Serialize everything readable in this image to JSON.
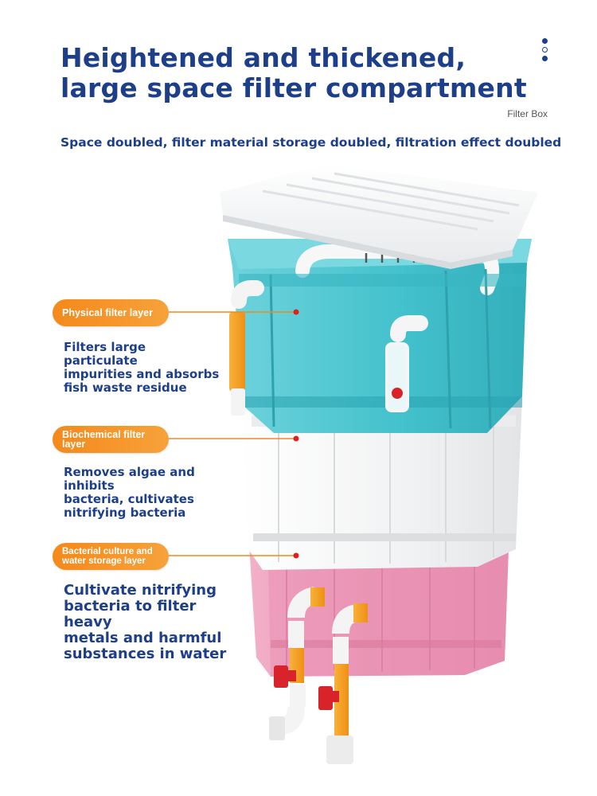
{
  "header": {
    "title_line1": "Heightened and thickened,",
    "title_line2": "large space filter compartment",
    "brand_tag": "Filter Box",
    "subtitle": "Space doubled, filter material storage doubled, filtration effect doubled"
  },
  "layers": [
    {
      "label": "Physical filter layer",
      "description": [
        "Filters large particulate",
        "impurities and absorbs",
        "fish waste residue"
      ]
    },
    {
      "label": "Biochemical filter layer",
      "description": [
        "Removes algae and inhibits",
        "bacteria, cultivates",
        "nitrifying bacteria"
      ]
    },
    {
      "label": "Bacterial culture and water storage layer",
      "description": [
        "Cultivate nitrifying",
        "bacteria to filter heavy",
        "metals and harmful",
        "substances in water"
      ]
    }
  ],
  "colors": {
    "title_blue": "#1d3f8a",
    "label_orange": "#f5891c",
    "connector_orange": "#f08a1e",
    "marker_red": "#e0201c",
    "box_teal": "#45c4cf",
    "box_white": "#f2f3f4",
    "box_pink": "#ee9fbc",
    "pipe_orange": "#f5a020",
    "valve_red": "#d9232a"
  },
  "icons": {
    "menu": "vertical-dots-icon"
  }
}
